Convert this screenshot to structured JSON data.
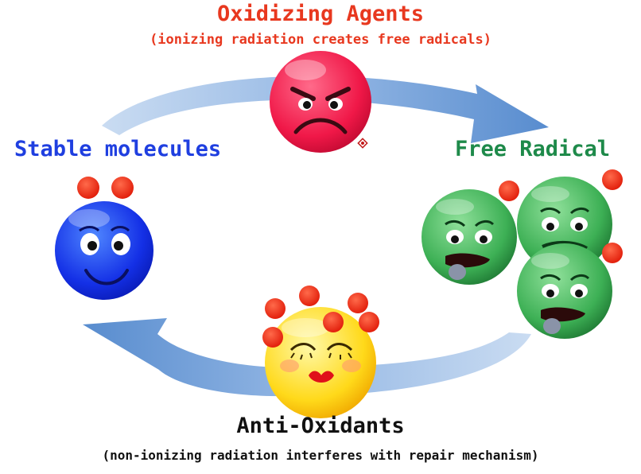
{
  "diagram": {
    "title": "Oxidizing Agents",
    "subtitle": "(ionizing radiation creates free radicals)",
    "nodes": {
      "stable": "Stable molecules",
      "free_radical": "Free Radical",
      "anti_oxidants": "Anti-Oxidants",
      "anti_oxidants_note": "(non-ionizing radiation interferes with repair mechanism)"
    },
    "faces": {
      "oxidizer": "angry-face-icon",
      "stable": "smiling-face-icon",
      "radical": "sick-face-icon",
      "antioxidant": "kissing-face-icon"
    },
    "colors": {
      "title": "#e8381f",
      "stable": "#1f3fe0",
      "radical": "#1e8a4a",
      "anti": "#111111",
      "electron": "#e8230f",
      "arrow": "#6f9fd8"
    }
  }
}
